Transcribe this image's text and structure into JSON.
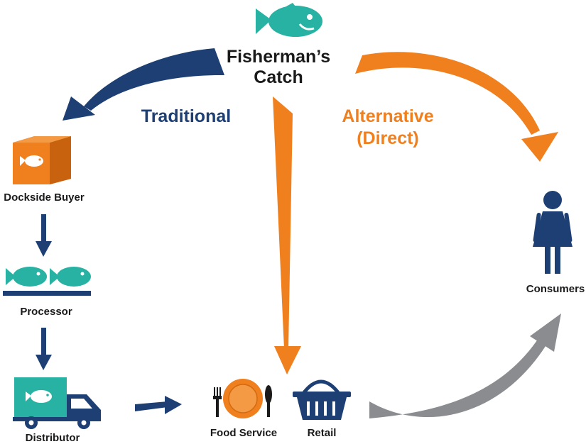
{
  "colors": {
    "navy": "#1d3f74",
    "orange": "#f07f1e",
    "teal": "#27b2a4",
    "gray": "#8a8c8f",
    "text": "#1a1a1a"
  },
  "source": {
    "line1": "Fisherman’s",
    "line2": "Catch",
    "icon": "fish-icon"
  },
  "paths": {
    "traditional": "Traditional",
    "alternative_line1": "Alternative",
    "alternative_line2": "(Direct)"
  },
  "nodes": {
    "dockside_buyer": {
      "label": "Dockside Buyer",
      "icon": "fish-box-icon"
    },
    "processor": {
      "label": "Processor",
      "icon": "fish-conveyor-icon"
    },
    "distributor": {
      "label": "Distributor",
      "icon": "delivery-truck-icon"
    },
    "food_service": {
      "label": "Food Service",
      "icon": "plate-cutlery-icon"
    },
    "retail": {
      "label": "Retail",
      "icon": "shopping-basket-icon"
    },
    "consumers": {
      "label": "Consumers",
      "icon": "person-icon"
    }
  }
}
